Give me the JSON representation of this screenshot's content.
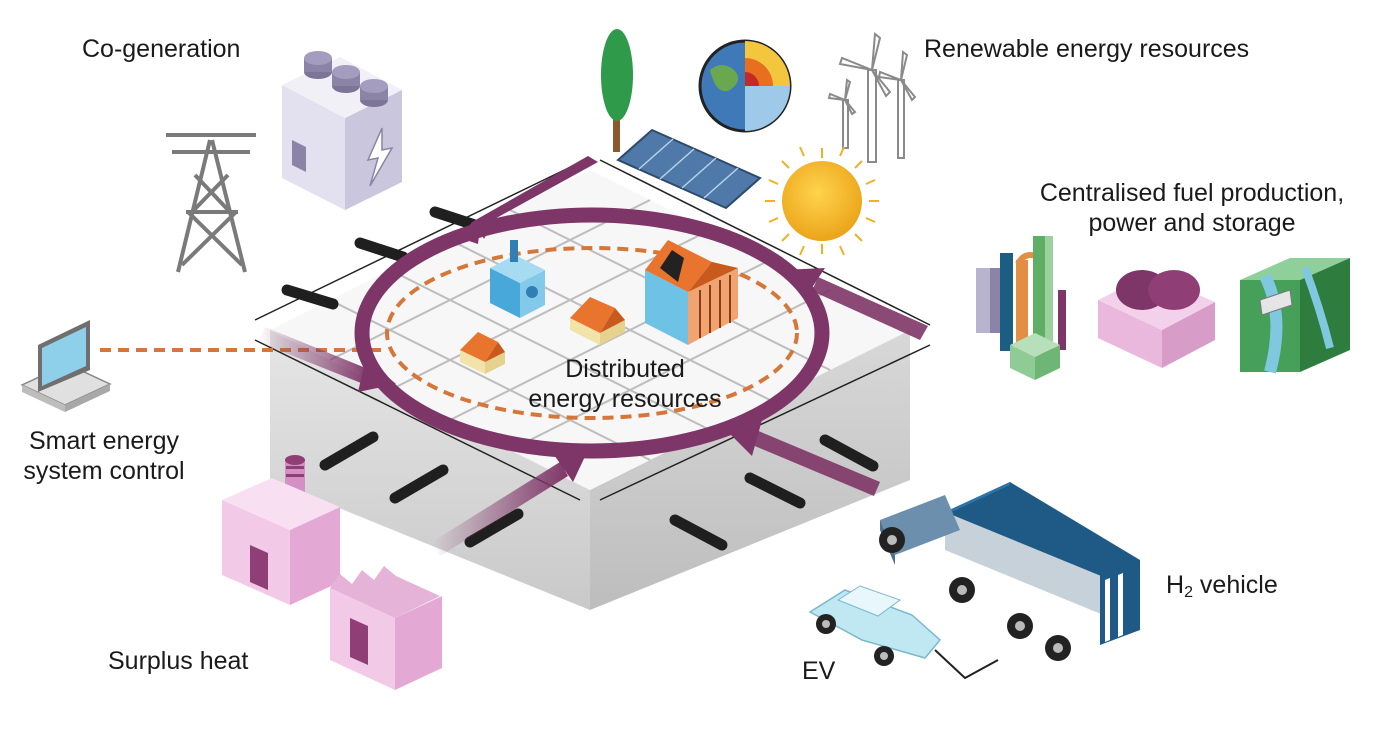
{
  "labels": {
    "co_generation": "Co-generation",
    "renewable": "Renewable energy resources",
    "centralised_line1": "Centralised fuel production,",
    "centralised_line2": "power and storage",
    "distributed_line1": "Distributed",
    "distributed_line2": "energy resources",
    "smart_line1": "Smart energy",
    "smart_line2": "system control",
    "surplus_heat": "Surplus heat",
    "h2_prefix": "H",
    "h2_sub": "2",
    "h2_suffix": " vehicle",
    "ev": "EV"
  },
  "icons": [
    "pylon-icon",
    "cogeneration-plant-icon",
    "tree-icon",
    "geothermal-earth-icon",
    "solar-panel-icon",
    "wind-turbine-icon",
    "sun-icon",
    "refinery-icon",
    "gas-storage-icon",
    "hydro-dam-icon",
    "computer-icon",
    "factory-icon",
    "truck-icon",
    "car-icon",
    "house-icon"
  ],
  "colors": {
    "ring": "#7e3567",
    "dashed_link": "#d5773a",
    "platform_side": "#d9d9d9",
    "pipe": "#1f1f1f",
    "factory_pink": "#e7b7dc",
    "truck_blue": "#1f5a86",
    "car_cyan": "#bfe8f2",
    "sun": "#f0b21f"
  }
}
